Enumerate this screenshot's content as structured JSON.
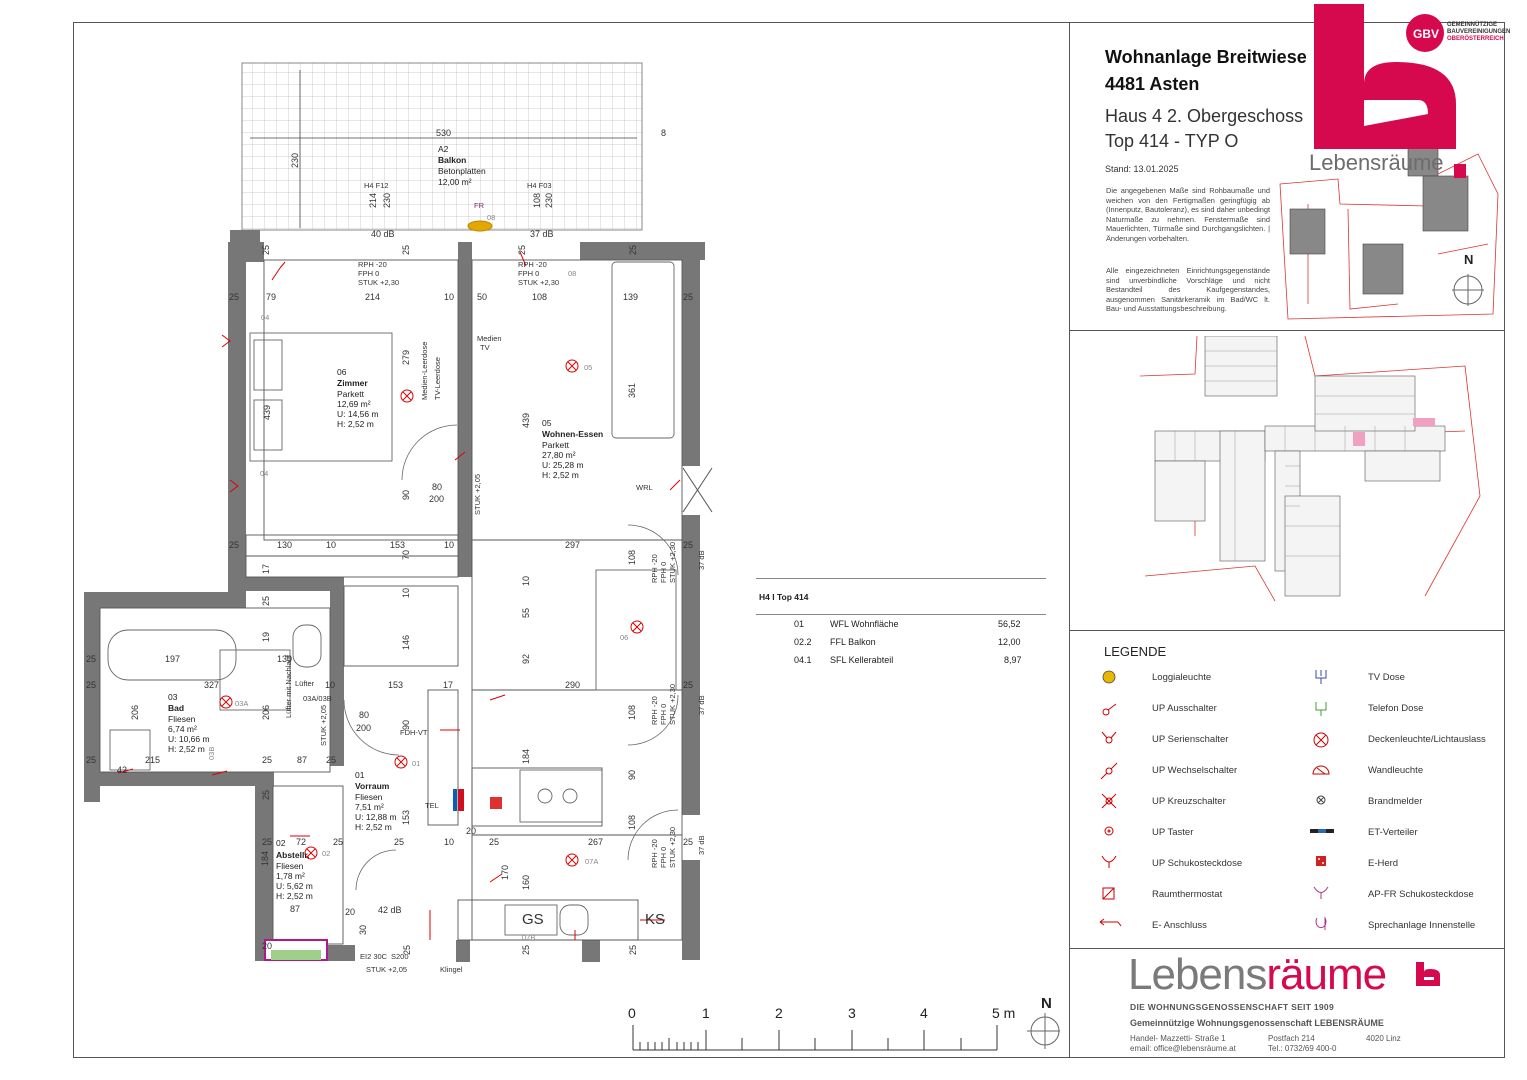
{
  "header": {
    "project_title": "Wohnanlage Breitwiese",
    "city": "4481 Asten",
    "floor": "Haus 4 2. Obergeschoss",
    "unit": "Top 414 - TYP O",
    "status_date": "Stand: 13.01.2025",
    "disclaimer_1": "Die angegebenen Maße sind Rohbaumaße und weichen von den Fertigmaßen geringfügig ab (Innenputz, Bautoleranz), es sind daher unbedingt Naturmaße zu nehmen. Fenstermaße sind Mauerlichten, Türmaße sind Durchgangslichten. | Änderungen vorbehalten.",
    "disclaimer_2": "Alle eingezeichneten Einrichtungsgegenstände sind unverbindliche Vorschläge und nicht Bestandteil des Kaufgegenstandes, ausgenommen Sanitärkeramik im Bad/WC lt. Bau- und Ausstattungsbeschreibung."
  },
  "logo": {
    "gbv_line1": "GEMEINNÜTZIGE",
    "gbv_line2": "BAUVEREINIGUNGEN",
    "gbv_line3": "OBERÖSTERREICH",
    "gbv_mark": "GBV",
    "lebensraeume_small": "Lebensräume",
    "brand_color": "#d6094f"
  },
  "north_label": "N",
  "area_table": {
    "title": "H4 I Top 414",
    "rows": [
      {
        "code": "01",
        "label": "WFL Wohnfläche",
        "value": "56,52"
      },
      {
        "code": "02.2",
        "label": "FFL Balkon",
        "value": "12,00"
      },
      {
        "code": "04.1",
        "label": "SFL Kellerabteil",
        "value": "8,97"
      }
    ]
  },
  "legend": {
    "title": "LEGENDE",
    "left": [
      {
        "icon": "loggia-light-icon",
        "label": "Loggialeuchte"
      },
      {
        "icon": "switch-icon",
        "label": "UP Ausschalter"
      },
      {
        "icon": "series-switch-icon",
        "label": "UP Serienschalter"
      },
      {
        "icon": "toggle-switch-icon",
        "label": "UP Wechselschalter"
      },
      {
        "icon": "cross-switch-icon",
        "label": "UP Kreuzschalter"
      },
      {
        "icon": "push-button-icon",
        "label": "UP Taster"
      },
      {
        "icon": "socket-icon",
        "label": "UP Schukosteckdose"
      },
      {
        "icon": "thermostat-icon",
        "label": "Raumthermostat"
      },
      {
        "icon": "connection-icon",
        "label": "E- Anschluss"
      }
    ],
    "right": [
      {
        "icon": "tv-socket-icon",
        "label": "TV Dose"
      },
      {
        "icon": "phone-socket-icon",
        "label": "Telefon Dose"
      },
      {
        "icon": "ceiling-light-icon",
        "label": "Deckenleuchte/Lichtauslass"
      },
      {
        "icon": "wall-light-icon",
        "label": "Wandleuchte"
      },
      {
        "icon": "smoke-detector-icon",
        "label": "Brandmelder"
      },
      {
        "icon": "distribution-box-icon",
        "label": "ET-Verteiler"
      },
      {
        "icon": "stove-icon",
        "label": "E-Herd"
      },
      {
        "icon": "outdoor-socket-icon",
        "label": "AP-FR Schukosteckdose"
      },
      {
        "icon": "intercom-icon",
        "label": "Sprechanlage Innenstelle"
      }
    ]
  },
  "footer": {
    "brand_grey": "Lebens",
    "brand_pink": "räume",
    "tagline": "DIE WOHNUNGSGENOSSENSCHAFT SEIT 1909",
    "company": "Gemeinnützige Wohnungsgenossenschaft LEBENSRÄUME",
    "street": "Handel- Mazzetti- Straße  1",
    "email": "email: office@lebensräume.at",
    "po_box": "Postfach 214",
    "phone": "Tel.: 0732/69 400-0",
    "zip_city": "4020 Linz"
  },
  "scale": {
    "labels": [
      "0",
      "1",
      "2",
      "3",
      "4",
      "5 m"
    ]
  },
  "rooms": [
    {
      "num": "A2",
      "name": "Balkon",
      "floor": "Betonplatten",
      "area": "12,00 m²"
    },
    {
      "num": "06",
      "name": "Zimmer",
      "floor": "Parkett",
      "area": "12,69 m²",
      "u": "U: 14,56 m",
      "h": "H: 2,52 m"
    },
    {
      "num": "05",
      "name": "Wohnen-Essen",
      "floor": "Parkett",
      "area": "27,80 m²",
      "u": "U: 25,28 m",
      "h": "H: 2,52 m"
    },
    {
      "num": "03",
      "name": "Bad",
      "floor": "Fliesen",
      "area": "6,74 m²",
      "u": "U: 10,66 m",
      "h": "H: 2,52 m"
    },
    {
      "num": "01",
      "name": "Vorraum",
      "floor": "Fliesen",
      "area": "7,51 m²",
      "u": "U: 12,88 m",
      "h": "H: 2,52 m"
    },
    {
      "num": "02",
      "name": "Abstellr.",
      "floor": "Fliesen",
      "area": "1,78 m²",
      "u": "U: 5,62 m",
      "h": "H: 2,52 m"
    }
  ],
  "dims": {
    "d530": "530",
    "d8": "8",
    "d230": "230",
    "d214": "214",
    "d79": "79",
    "d25": "25",
    "d10": "10",
    "d50": "50",
    "d108": "108",
    "d139": "139",
    "d279": "279",
    "d439": "439",
    "d361": "361",
    "d130": "130",
    "d153": "153",
    "d297": "297",
    "d197": "197",
    "d327": "327",
    "d290": "290",
    "d267": "267",
    "d206": "206",
    "d215": "215",
    "d87": "87",
    "d146": "146",
    "d184": "184",
    "d160": "160",
    "d170": "170",
    "d90": "90",
    "d92": "92",
    "d55": "55",
    "d17": "17",
    "d19": "19",
    "d20": "20",
    "d72": "72",
    "d42": "42",
    "d30": "30",
    "d40db": "40 dB",
    "d37db": "37 dB",
    "d42db": "42 dB",
    "d80": "80",
    "d200": "200",
    "d70": "70"
  },
  "plan_labels": {
    "h4f12": "H4 F12",
    "h4f03": "H4 F03",
    "rph": "RPH -20",
    "fph": "FPH 0",
    "stuk": "STUK +2,30",
    "stuk205": "STUK +2,05",
    "fr": "FR",
    "wrl": "WRL",
    "gs": "GS",
    "ks": "KS",
    "tel": "TEL",
    "fdh": "FDH-VT",
    "medien": "Medien",
    "tv": "TV",
    "luefter": "Lüfter",
    "klingel": "Klingel",
    "ei2": "EI2 30C",
    "s200": "S200",
    "medien_leerdose": "Medien-Leerdose",
    "tv_leerdose": "TV-Leerdose",
    "luefter_nl": "Lüfter mit Nachlauf",
    "code04": "04",
    "code06": "06",
    "code05": "05",
    "code08": "08",
    "code01": "01",
    "code03a": "03A",
    "code03b": "03B",
    "code03ab": "03A/03B",
    "code07a": "07A",
    "code07b": "07B",
    "code02": "02",
    "code06h": "06"
  }
}
